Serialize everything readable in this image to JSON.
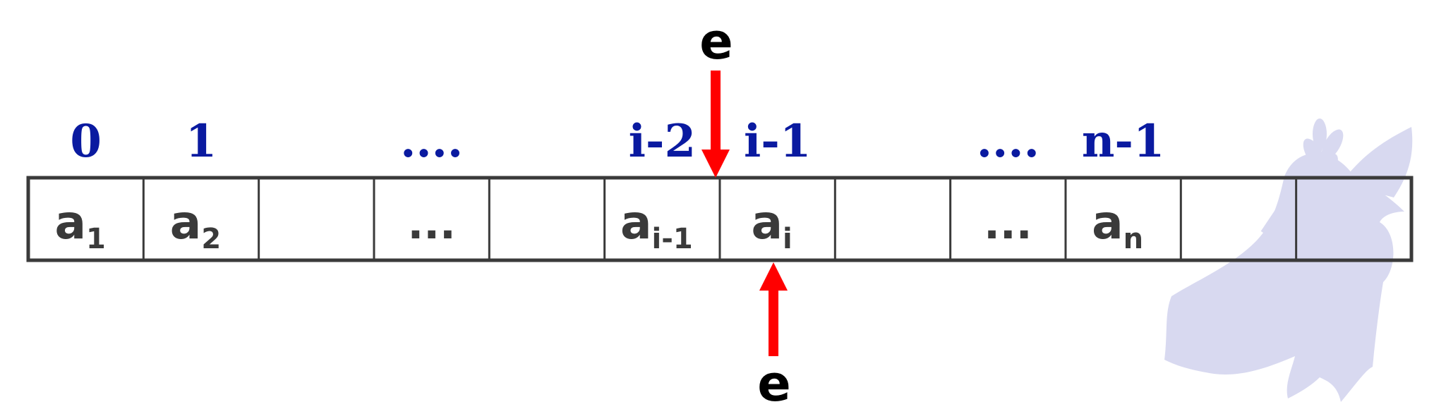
{
  "colors": {
    "index_label": "#0a1aa0",
    "cell_text": "#3a3a3a",
    "cell_border": "#3a3a3a",
    "arrow": "#ff0000",
    "element_label": "#000000",
    "watermark": "#d8d9f0"
  },
  "array": {
    "index_labels": [
      {
        "text": "0",
        "cell": 0
      },
      {
        "text": "1",
        "cell": 1
      },
      {
        "text": "....",
        "cell": 3
      },
      {
        "text": "i-2",
        "cell": 5
      },
      {
        "text": "i-1",
        "cell": 6
      },
      {
        "text": "....",
        "cell": 8
      },
      {
        "text": "n-1",
        "cell": 9
      }
    ],
    "cells": [
      {
        "var": "a",
        "sub": "1"
      },
      {
        "var": "a",
        "sub": "2"
      },
      {
        "var": "",
        "sub": ""
      },
      {
        "var": "...",
        "sub": ""
      },
      {
        "var": "",
        "sub": ""
      },
      {
        "var": "a",
        "sub": "i-1"
      },
      {
        "var": "a",
        "sub": "i"
      },
      {
        "var": "",
        "sub": ""
      },
      {
        "var": "...",
        "sub": ""
      },
      {
        "var": "a",
        "sub": "n"
      },
      {
        "var": "",
        "sub": ""
      },
      {
        "var": "",
        "sub": ""
      }
    ]
  },
  "insert_arrow_top": {
    "label": "e"
  },
  "insert_arrow_bottom": {
    "label": "e"
  },
  "watermark": {
    "icon": "dove-olive-branch-icon"
  }
}
